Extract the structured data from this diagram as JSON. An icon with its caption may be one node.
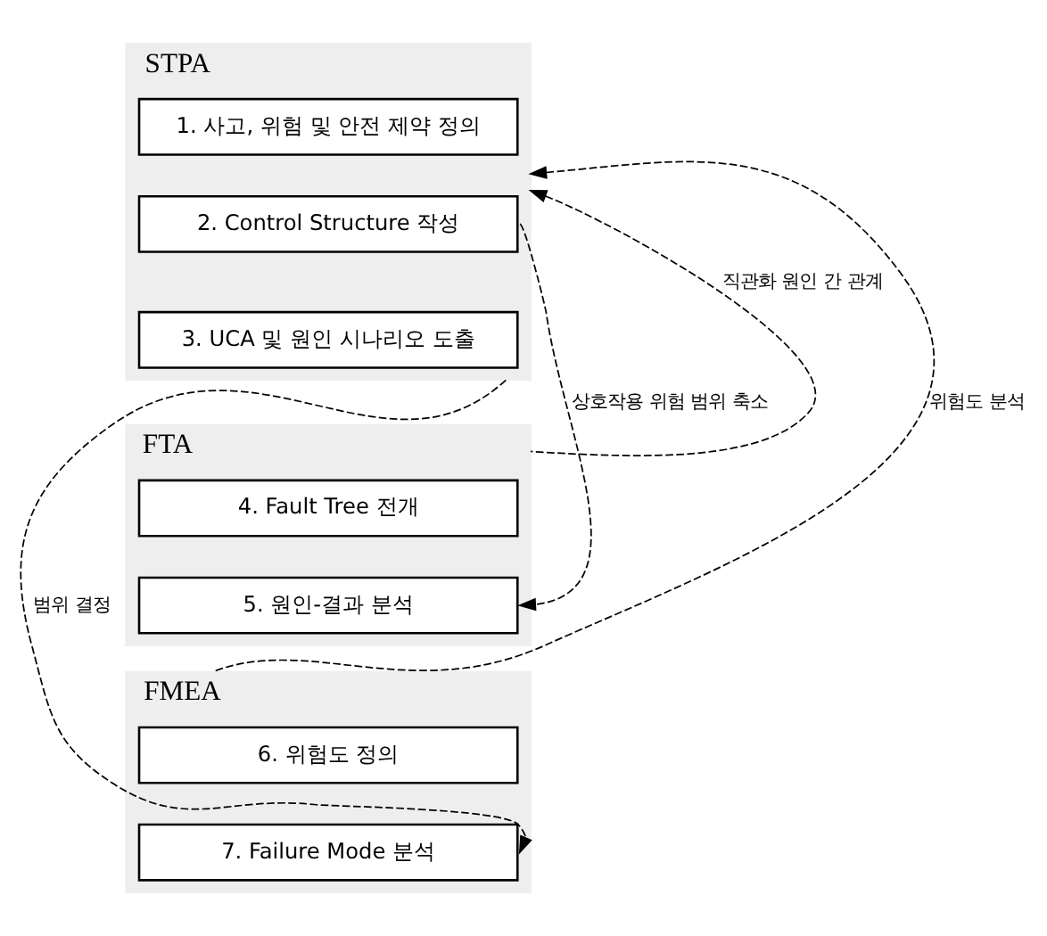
{
  "diagram": {
    "nodes": [
      {
        "text": [
          "STPA"
        ]
      },
      {
        "text": [
          "1. 사고, 위험 및 안전 제약 정의"
        ],
        "in": 0
      },
      {
        "text": [
          "2. Control Structure 작성"
        ],
        "in": 0
      },
      {
        "text": [
          "3. UCA 및 원인 시나리오 도출"
        ],
        "in": 0
      },
      {
        "text": [
          "FTA"
        ]
      },
      {
        "text": [
          "4. Fault Tree 전개"
        ],
        "in": 4
      },
      {
        "text": [
          "5. 원인-결과 분석"
        ],
        "in": 4
      },
      {
        "text": [
          "FMEA"
        ]
      },
      {
        "text": [
          "6. 위험도 정의"
        ],
        "in": 7
      },
      {
        "text": [
          "7. Failure Mode 분석"
        ],
        "in": 7
      }
    ],
    "edges": [
      {
        "from": 7,
        "to": 0,
        "arrow": "to",
        "style": "dashed",
        "label": "위험도 분석"
      },
      {
        "from": 4,
        "to": 0,
        "arrow": "to",
        "style": "dashed",
        "label": "직관화 원인 간 관계"
      },
      {
        "from": 2,
        "to": 6,
        "arrow": "to",
        "style": "dashed",
        "label": "상호작용 위험 범위 축소"
      },
      {
        "from": 0,
        "to": 9,
        "arrow": "to",
        "style": "dashed",
        "label": "범위 결정"
      }
    ]
  }
}
